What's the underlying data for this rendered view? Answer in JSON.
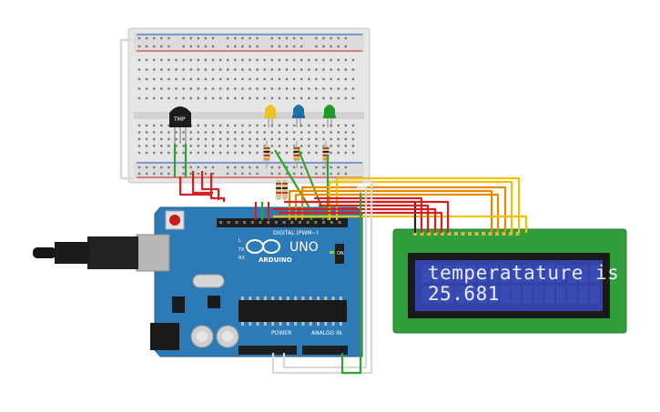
{
  "board": {
    "logo_text": "ARDUINO",
    "model": "UNO",
    "digital_label": "DIGITAL (PWM~)",
    "power_label": "POWER",
    "analog_label": "ANALOG IN",
    "on_label": "ON",
    "tx_label": "TX",
    "rx_label": "RX",
    "l_label": "L"
  },
  "sensor": {
    "label": "TMP"
  },
  "lcd": {
    "line1": "temperatature is",
    "line2": "25.681"
  },
  "leds": [
    {
      "name": "yellow-led",
      "color": "#e8c51f"
    },
    {
      "name": "blue-led",
      "color": "#1f6ea8"
    },
    {
      "name": "green-led",
      "color": "#1e9b2a"
    }
  ],
  "colors": {
    "board_blue": "#2d7bb6",
    "breadboard": "#e6e6e6",
    "lcd_pcb": "#2f9e3b",
    "lcd_screen": "#3343a8",
    "wire_red": "#d42020",
    "wire_green": "#2fa52f",
    "wire_orange": "#e88a00",
    "wire_yellow": "#f2c200",
    "wire_black": "#222222"
  }
}
